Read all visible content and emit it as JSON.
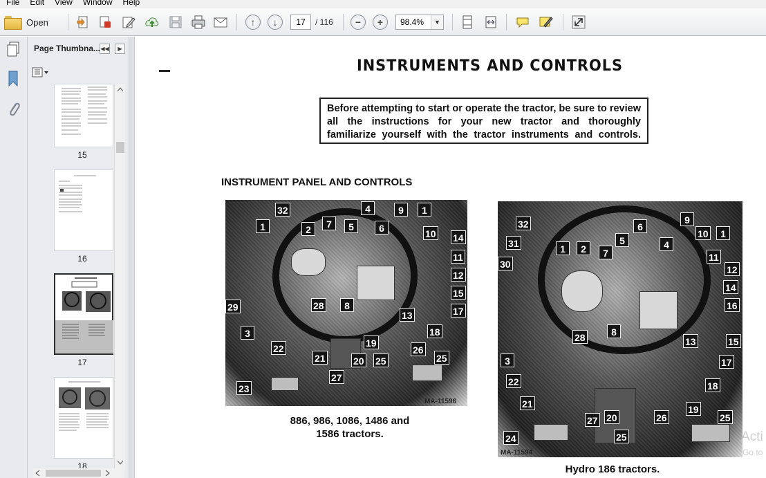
{
  "menu": [
    "File",
    "Edit",
    "View",
    "Window",
    "Help"
  ],
  "toolbar": {
    "open_label": "Open",
    "page_current": "17",
    "page_total": "/ 116",
    "zoom": "98.4%"
  },
  "thumbnails": {
    "title": "Page Thumbna...",
    "pages": [
      {
        "num": "15"
      },
      {
        "num": "16"
      },
      {
        "num": "17"
      },
      {
        "num": "18"
      }
    ]
  },
  "document": {
    "title": "INSTRUMENTS AND CONTROLS",
    "note": "Before attempting to start or operate the tractor, be sure to review all the instructions for your new tractor and thoroughly familiarize yourself with the tractor instruments and controls.",
    "heading": "INSTRUMENT PANEL AND CONTROLS",
    "photo1": {
      "ref": "MA-11596",
      "caption_line1": "886, 986, 1086, 1486 and",
      "caption_line2": "1586 tractors.",
      "labels": [
        "32",
        "4",
        "9",
        "1",
        "1",
        "2",
        "7",
        "5",
        "6",
        "10",
        "14",
        "11",
        "12",
        "15",
        "17",
        "29",
        "28",
        "8",
        "13",
        "18",
        "3",
        "22",
        "19",
        "26",
        "25",
        "21",
        "20",
        "25",
        "27",
        "23"
      ]
    },
    "photo2": {
      "ref": "MA-11594",
      "caption": "Hydro 186 tractors.",
      "labels": [
        "32",
        "9",
        "6",
        "10",
        "1",
        "31",
        "5",
        "4",
        "1",
        "2",
        "7",
        "11",
        "30",
        "12",
        "14",
        "16",
        "8",
        "28",
        "13",
        "15",
        "3",
        "17",
        "22",
        "18",
        "21",
        "19",
        "27",
        "20",
        "26",
        "25",
        "24",
        "25"
      ]
    }
  },
  "watermark": {
    "line1": "Acti",
    "line2": "Go to"
  }
}
